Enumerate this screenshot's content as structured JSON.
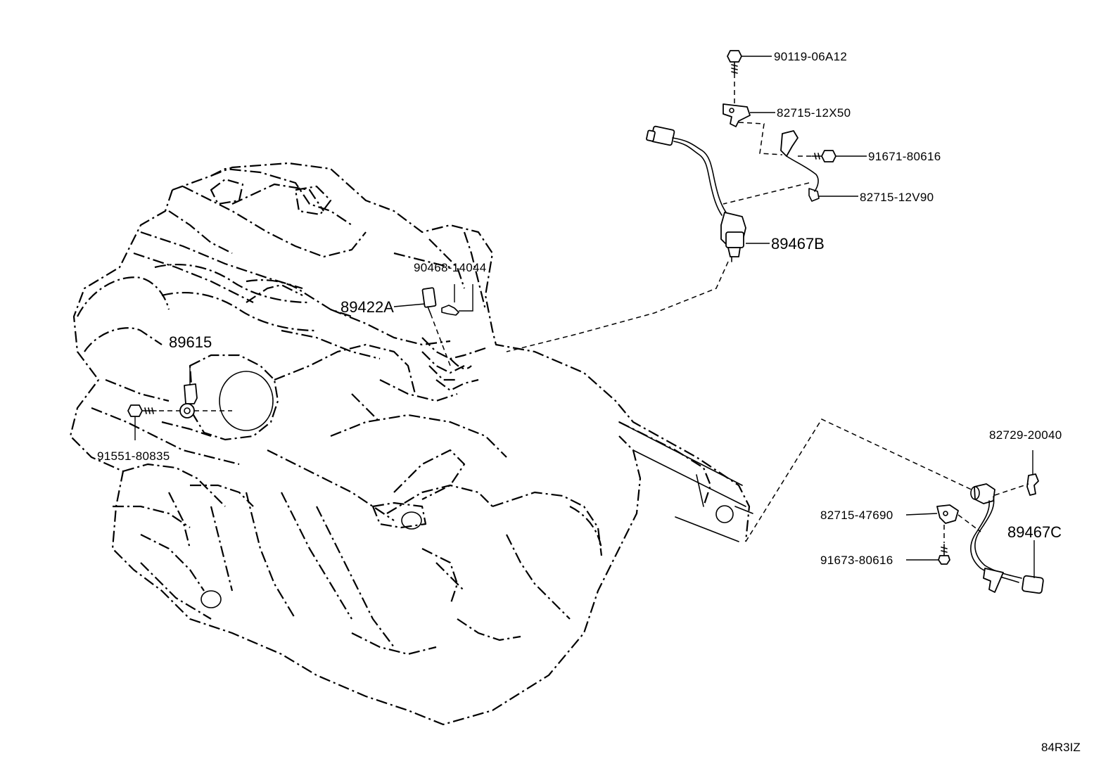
{
  "diagram": {
    "callouts": [
      {
        "id": "90119-06A12",
        "text": "90119-06A12"
      },
      {
        "id": "82715-12X50",
        "text": "82715-12X50"
      },
      {
        "id": "91671-80616",
        "text": "91671-80616"
      },
      {
        "id": "82715-12V90",
        "text": "82715-12V90"
      },
      {
        "id": "89467B",
        "text": "89467B"
      },
      {
        "id": "90468-14044",
        "text": "90468-14044"
      },
      {
        "id": "89422A",
        "text": "89422A"
      },
      {
        "id": "89615",
        "text": "89615"
      },
      {
        "id": "91551-80835",
        "text": "91551-80835"
      },
      {
        "id": "82729-20040",
        "text": "82729-20040"
      },
      {
        "id": "82715-47690",
        "text": "82715-47690"
      },
      {
        "id": "89467C",
        "text": "89467C"
      },
      {
        "id": "91673-80616",
        "text": "91673-80616"
      }
    ],
    "illustration_code": "84R3IZ"
  }
}
